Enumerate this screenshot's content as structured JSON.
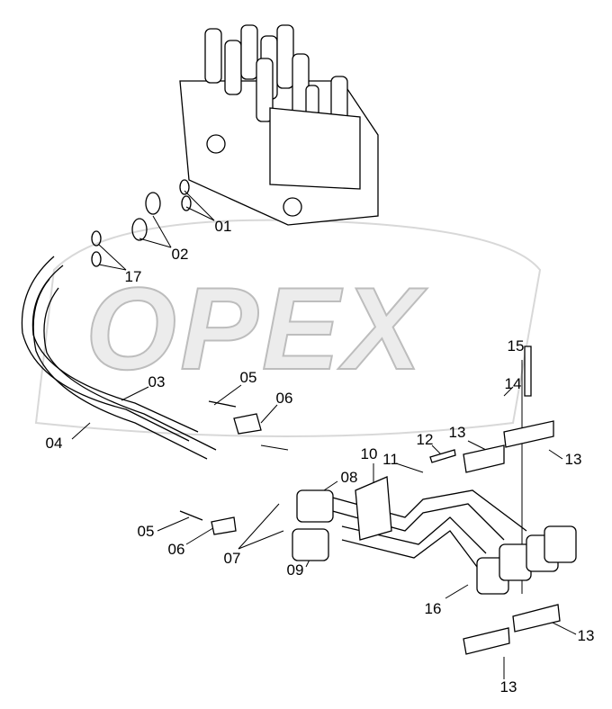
{
  "watermark": "OPEX",
  "callouts": [
    {
      "id": "c01",
      "text": "01"
    },
    {
      "id": "c02",
      "text": "02"
    },
    {
      "id": "c17",
      "text": "17"
    },
    {
      "id": "c03",
      "text": "03"
    },
    {
      "id": "c04",
      "text": "04"
    },
    {
      "id": "c05a",
      "text": "05"
    },
    {
      "id": "c06a",
      "text": "06"
    },
    {
      "id": "c05b",
      "text": "05"
    },
    {
      "id": "c06b",
      "text": "06"
    },
    {
      "id": "c07",
      "text": "07"
    },
    {
      "id": "c08",
      "text": "08"
    },
    {
      "id": "c09",
      "text": "09"
    },
    {
      "id": "c10",
      "text": "10"
    },
    {
      "id": "c11",
      "text": "11"
    },
    {
      "id": "c12",
      "text": "12"
    },
    {
      "id": "c13a",
      "text": "13"
    },
    {
      "id": "c13b",
      "text": "13"
    },
    {
      "id": "c14",
      "text": "14"
    },
    {
      "id": "c15",
      "text": "15"
    },
    {
      "id": "c16",
      "text": "16"
    },
    {
      "id": "c13c",
      "text": "13"
    },
    {
      "id": "c13d",
      "text": "13"
    }
  ]
}
